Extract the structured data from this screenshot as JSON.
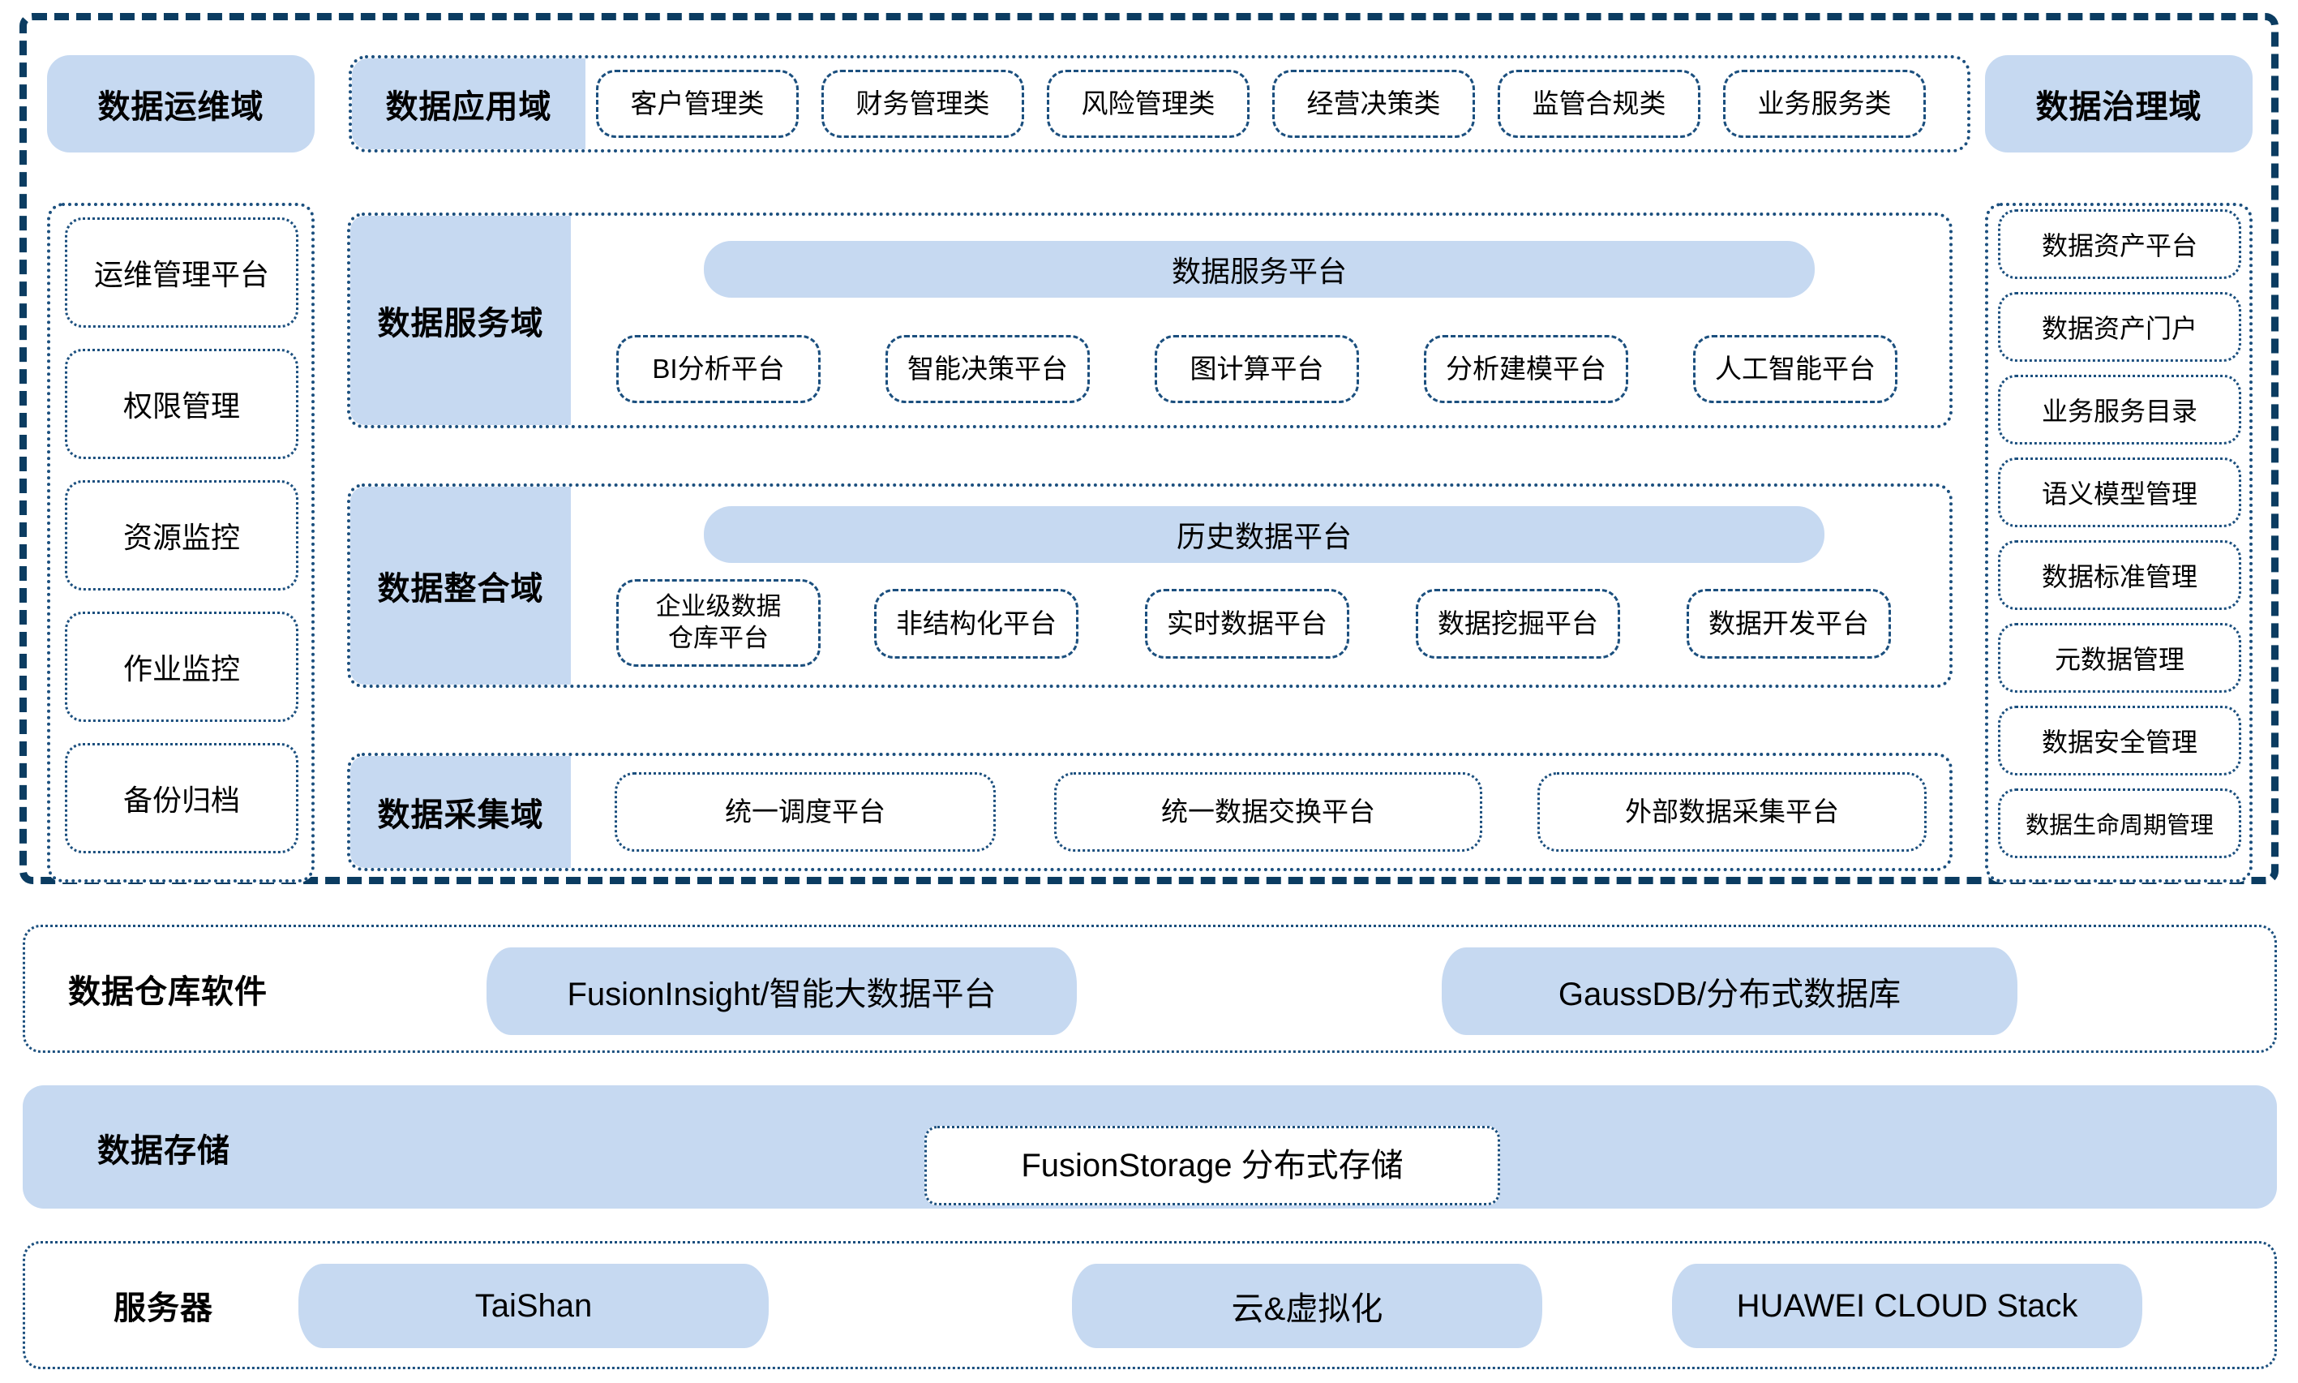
{
  "meta": {
    "accent_blue": "#c6d9f1",
    "accent_navy": "#0b3c61",
    "border_blue": "#1b4f7e",
    "background": "#ffffff"
  },
  "ops_domain": {
    "label": "数据运维域",
    "items": [
      {
        "label": "运维管理平台"
      },
      {
        "label": "权限管理"
      },
      {
        "label": "资源监控"
      },
      {
        "label": "作业监控"
      },
      {
        "label": "备份归档"
      }
    ]
  },
  "governance_domain": {
    "label": "数据治理域",
    "items": [
      {
        "label": "数据资产平台"
      },
      {
        "label": "数据资产门户"
      },
      {
        "label": "业务服务目录"
      },
      {
        "label": "语义模型管理"
      },
      {
        "label": "数据标准管理"
      },
      {
        "label": "元数据管理"
      },
      {
        "label": "数据安全管理"
      },
      {
        "label": "数据生命周期管理"
      }
    ]
  },
  "application_domain": {
    "label": "数据应用域",
    "items": [
      {
        "label": "客户管理类"
      },
      {
        "label": "财务管理类"
      },
      {
        "label": "风险管理类"
      },
      {
        "label": "经营决策类"
      },
      {
        "label": "监管合规类"
      },
      {
        "label": "业务服务类"
      }
    ]
  },
  "service_domain": {
    "label": "数据服务域",
    "banner": "数据服务平台",
    "items": [
      {
        "label": "BI分析平台"
      },
      {
        "label": "智能决策平台"
      },
      {
        "label": "图计算平台"
      },
      {
        "label": "分析建模平台"
      },
      {
        "label": "人工智能平台"
      }
    ]
  },
  "integration_domain": {
    "label": "数据整合域",
    "banner": "历史数据平台",
    "items": [
      {
        "label": "企业级数据\n仓库平台"
      },
      {
        "label": "非结构化平台"
      },
      {
        "label": "实时数据平台"
      },
      {
        "label": "数据挖掘平台"
      },
      {
        "label": "数据开发平台"
      }
    ]
  },
  "collection_domain": {
    "label": "数据采集域",
    "items": [
      {
        "label": "统一调度平台"
      },
      {
        "label": "统一数据交换平台"
      },
      {
        "label": "外部数据采集平台"
      }
    ]
  },
  "warehouse_software": {
    "title": "数据仓库软件",
    "items": [
      {
        "label": "FusionInsight/智能大数据平台"
      },
      {
        "label": "GaussDB/分布式数据库"
      }
    ]
  },
  "data_storage": {
    "title": "数据存储",
    "items": [
      {
        "label": "FusionStorage 分布式存储"
      }
    ]
  },
  "server": {
    "title": "服务器",
    "items": [
      {
        "label": "TaiShan"
      },
      {
        "label": "云&虚拟化"
      },
      {
        "label": "HUAWEI CLOUD Stack"
      }
    ]
  }
}
